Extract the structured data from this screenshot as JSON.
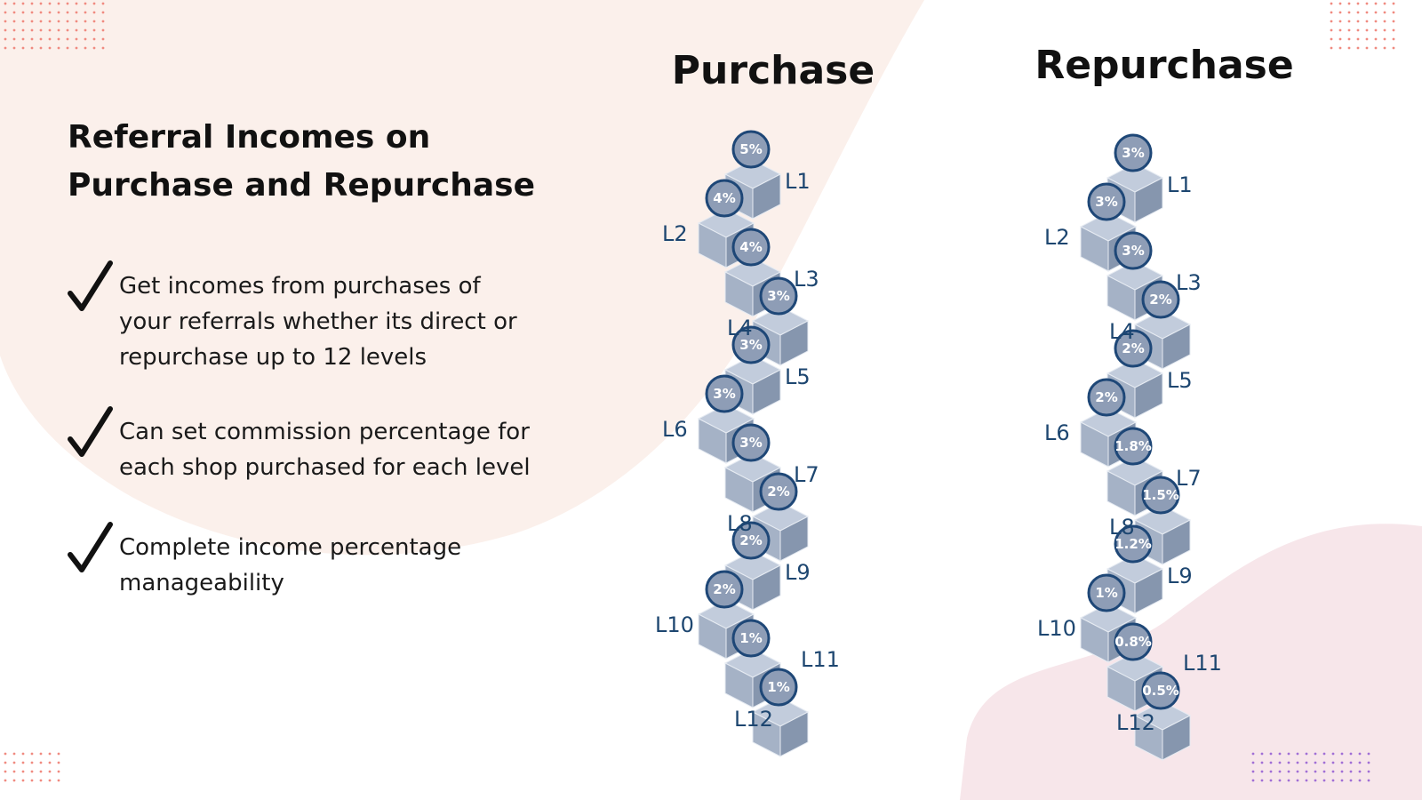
{
  "heading": {
    "line1": "Referral Incomes on",
    "line2": "Purchase and Repurchase"
  },
  "features": [
    {
      "lines": [
        "Get incomes from purchases of",
        "your referrals whether its direct or",
        "repurchase up to 12 levels"
      ]
    },
    {
      "lines": [
        "Can set commission percentage for",
        "each shop purchased for each level"
      ]
    },
    {
      "lines": [
        "Complete income percentage",
        "manageability"
      ]
    }
  ],
  "columns": [
    {
      "title": "Purchase",
      "levels": [
        "L1",
        "L2",
        "L3",
        "L4",
        "L5",
        "L6",
        "L7",
        "L8",
        "L9",
        "L10",
        "L11",
        "L12"
      ],
      "percents": [
        "5%",
        "4%",
        "4%",
        "3%",
        "3%",
        "3%",
        "3%",
        "2%",
        "2%",
        "2%",
        "1%",
        "1%"
      ]
    },
    {
      "title": "Repurchase",
      "levels": [
        "L1",
        "L2",
        "L3",
        "L4",
        "L5",
        "L6",
        "L7",
        "L8",
        "L9",
        "L10",
        "L11",
        "L12"
      ],
      "percents": [
        "3%",
        "3%",
        "3%",
        "2%",
        "2%",
        "2%",
        "1.8%",
        "1.5%",
        "1.2%",
        "1%",
        "0.8%",
        "0.5%"
      ]
    }
  ],
  "colors": {
    "blob_left": "#fbf0eb",
    "blob_right": "#f7e6ea",
    "accent_dots": "#f08a80",
    "purple_dots": "#a16fd6",
    "cube_top": "#c2ccdc",
    "cube_left": "#a5b2c6",
    "cube_right": "#8696ae",
    "badge_fill": "#8e9db6",
    "badge_ring": "#1e4777",
    "label": "#1d4670"
  }
}
